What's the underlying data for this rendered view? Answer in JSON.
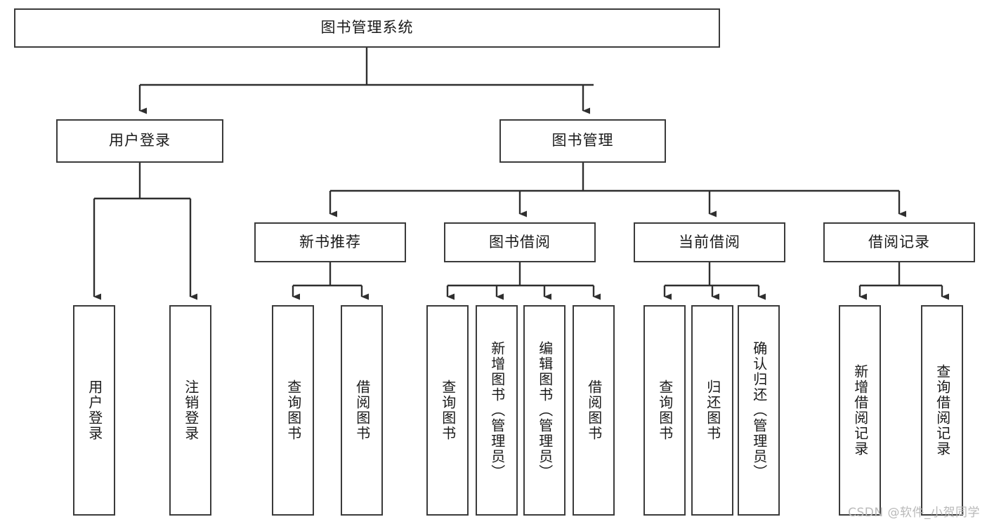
{
  "diagram": {
    "title": "图书管理系统",
    "watermark": "CSDN @软件_小贺同学",
    "style": {
      "border_color": "#3b3b3b",
      "fill_color": "#ffffff",
      "text_color": "#1a1a1a",
      "watermark_color": "#b9b9b9",
      "background": "#ffffff"
    },
    "levels": {
      "root": "图书管理系统",
      "level2": [
        "用户登录",
        "图书管理"
      ],
      "level3": [
        "新书推荐",
        "图书借阅",
        "当前借阅",
        "借阅记录"
      ]
    },
    "nodes": {
      "root": {
        "label": "图书管理系统"
      },
      "user_login": {
        "label": "用户登录"
      },
      "book_manage": {
        "label": "图书管理"
      },
      "new_book_rec": {
        "label": "新书推荐"
      },
      "book_borrow": {
        "label": "图书借阅"
      },
      "current_borrow": {
        "label": "当前借阅"
      },
      "borrow_record": {
        "label": "借阅记录"
      },
      "leaf_user_login": {
        "label": "用户登录"
      },
      "leaf_user_logout": {
        "label": "注销登录"
      },
      "leaf_query_book_rec": {
        "label": "查询图书"
      },
      "leaf_borrow_book_rec": {
        "label": "借阅图书"
      },
      "leaf_query_book_borrow": {
        "label": "查询图书"
      },
      "leaf_add_book": {
        "label": "新增图书（管理员）"
      },
      "leaf_edit_book": {
        "label": "编辑图书（管理员）"
      },
      "leaf_borrow_book": {
        "label": "借阅图书"
      },
      "leaf_query_book_current": {
        "label": "查询图书"
      },
      "leaf_return_book": {
        "label": "归还图书"
      },
      "leaf_confirm_return": {
        "label": "确认归还（管理员）"
      },
      "leaf_add_record": {
        "label": "新增借阅记录"
      },
      "leaf_query_record": {
        "label": "查询借阅记录"
      }
    },
    "edges": [
      {
        "from": "图书管理系统",
        "to": "用户登录"
      },
      {
        "from": "图书管理系统",
        "to": "图书管理"
      },
      {
        "from": "用户登录",
        "to": "用户登录"
      },
      {
        "from": "用户登录",
        "to": "注销登录"
      },
      {
        "from": "图书管理",
        "to": "新书推荐"
      },
      {
        "from": "图书管理",
        "to": "图书借阅"
      },
      {
        "from": "图书管理",
        "to": "当前借阅"
      },
      {
        "from": "图书管理",
        "to": "借阅记录"
      },
      {
        "from": "新书推荐",
        "to": "查询图书"
      },
      {
        "from": "新书推荐",
        "to": "借阅图书"
      },
      {
        "from": "图书借阅",
        "to": "查询图书"
      },
      {
        "from": "图书借阅",
        "to": "新增图书（管理员）"
      },
      {
        "from": "图书借阅",
        "to": "编辑图书（管理员）"
      },
      {
        "from": "图书借阅",
        "to": "借阅图书"
      },
      {
        "from": "当前借阅",
        "to": "查询图书"
      },
      {
        "from": "当前借阅",
        "to": "归还图书"
      },
      {
        "from": "当前借阅",
        "to": "确认归还（管理员）"
      },
      {
        "from": "借阅记录",
        "to": "新增借阅记录"
      },
      {
        "from": "借阅记录",
        "to": "查询借阅记录"
      }
    ]
  }
}
